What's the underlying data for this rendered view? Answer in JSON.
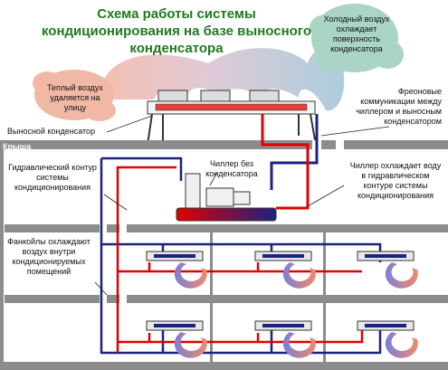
{
  "title": "Схема работы системы кондиционирования на базе выносного конденсатора",
  "labels": {
    "cold_air": "Холодный воздух охлаждает поверхность конденсатора",
    "warm_air": "Теплый воздух удаляется на улицу",
    "remote_condenser": "Выносной конденсатор",
    "freon_lines": "Фреоновые коммуникации между чиллером и выносным конденсатором",
    "roof": "Крыша",
    "hydraulic_circuit": "Гидравлический контур системы кондиционирования",
    "chiller": "Чиллер без конденсатора",
    "chiller_cools": "Чиллер охлаждает воду в гидравлическом контуре системы кондиционирования",
    "fancoils": "Фанкойлы охлаждают воздух внутри кондиционируемых помещений"
  },
  "colors": {
    "title": "#1f7a1f",
    "supply_line": "#1a237e",
    "return_line": "#e00000",
    "wall": "#808080",
    "cloud_cold": "#aad4c6",
    "cloud_warm": "#f2b8a6"
  }
}
